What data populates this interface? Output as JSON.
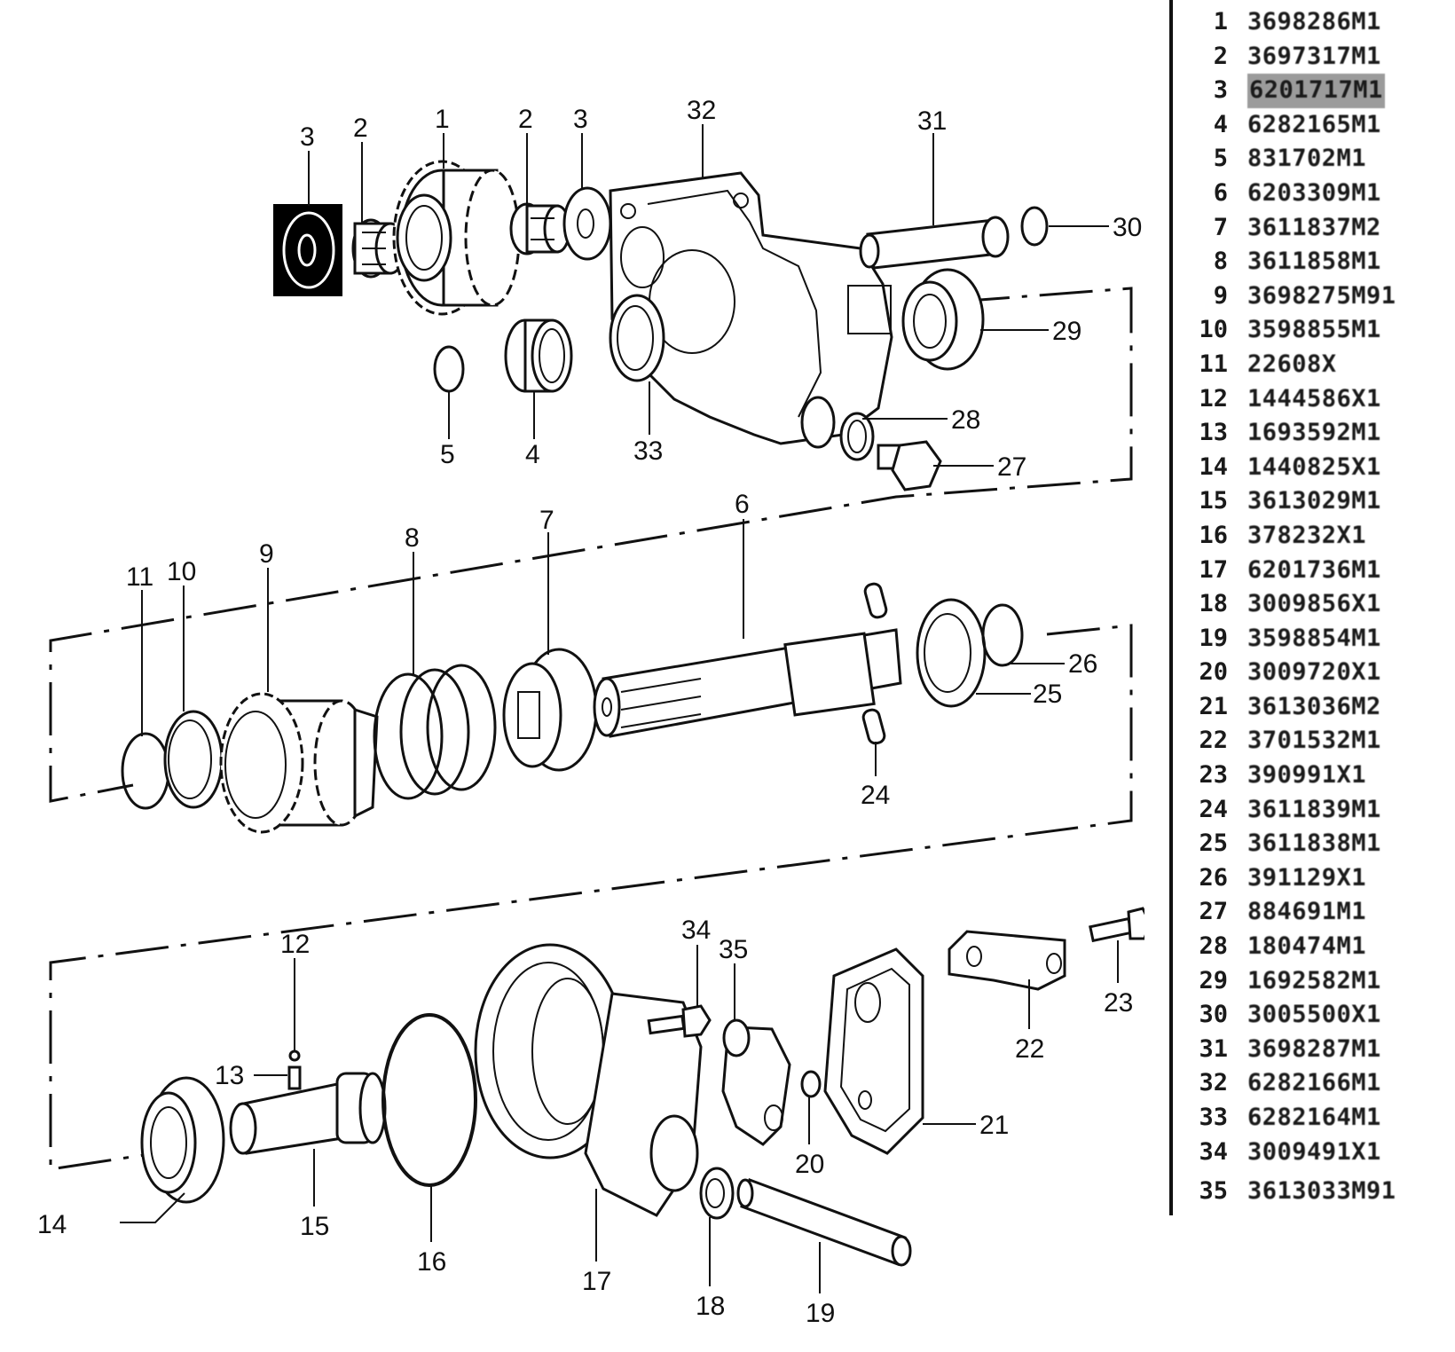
{
  "diagram": {
    "highlighted_item": "3",
    "highlight_color": "#000000",
    "callouts": {
      "c1": "1",
      "c2a": "2",
      "c2b": "2",
      "c3a": "3",
      "c3b": "3",
      "c4": "4",
      "c5": "5",
      "c6": "6",
      "c7": "7",
      "c8": "8",
      "c9": "9",
      "c10": "10",
      "c11": "11",
      "c12": "12",
      "c13": "13",
      "c14": "14",
      "c15": "15",
      "c16": "16",
      "c17": "17",
      "c18": "18",
      "c19": "19",
      "c20": "20",
      "c21": "21",
      "c22": "22",
      "c23": "23",
      "c24": "24",
      "c25": "25",
      "c26": "26",
      "c27": "27",
      "c28": "28",
      "c29": "29",
      "c30": "30",
      "c31": "31",
      "c32": "32",
      "c33": "33",
      "c34": "34",
      "c35": "35"
    }
  },
  "parts_list": {
    "highlight_color": "#9b9b9b",
    "items": [
      {
        "num": "1",
        "part": "3698286M1"
      },
      {
        "num": "2",
        "part": "3697317M1"
      },
      {
        "num": "3",
        "part": "6201717M1",
        "highlighted": true
      },
      {
        "num": "4",
        "part": "6282165M1"
      },
      {
        "num": "5",
        "part": "831702M1"
      },
      {
        "num": "6",
        "part": "6203309M1"
      },
      {
        "num": "7",
        "part": "3611837M2"
      },
      {
        "num": "8",
        "part": "3611858M1"
      },
      {
        "num": "9",
        "part": "3698275M91"
      },
      {
        "num": "10",
        "part": "3598855M1"
      },
      {
        "num": "11",
        "part": "22608X"
      },
      {
        "num": "12",
        "part": "1444586X1"
      },
      {
        "num": "13",
        "part": "1693592M1"
      },
      {
        "num": "14",
        "part": "1440825X1"
      },
      {
        "num": "15",
        "part": "3613029M1"
      },
      {
        "num": "16",
        "part": "378232X1"
      },
      {
        "num": "17",
        "part": "6201736M1"
      },
      {
        "num": "18",
        "part": "3009856X1"
      },
      {
        "num": "19",
        "part": "3598854M1"
      },
      {
        "num": "20",
        "part": "3009720X1"
      },
      {
        "num": "21",
        "part": "3613036M2"
      },
      {
        "num": "22",
        "part": "3701532M1"
      },
      {
        "num": "23",
        "part": "390991X1"
      },
      {
        "num": "24",
        "part": "3611839M1"
      },
      {
        "num": "25",
        "part": "3611838M1"
      },
      {
        "num": "26",
        "part": "391129X1"
      },
      {
        "num": "27",
        "part": "884691M1"
      },
      {
        "num": "28",
        "part": "180474M1"
      },
      {
        "num": "29",
        "part": "1692582M1"
      },
      {
        "num": "30",
        "part": "3005500X1"
      },
      {
        "num": "31",
        "part": "3698287M1"
      },
      {
        "num": "32",
        "part": "6282166M1"
      },
      {
        "num": "33",
        "part": "6282164M1"
      },
      {
        "num": "34",
        "part": "3009491X1"
      },
      {
        "num": "35",
        "part": "3613033M91"
      }
    ]
  }
}
